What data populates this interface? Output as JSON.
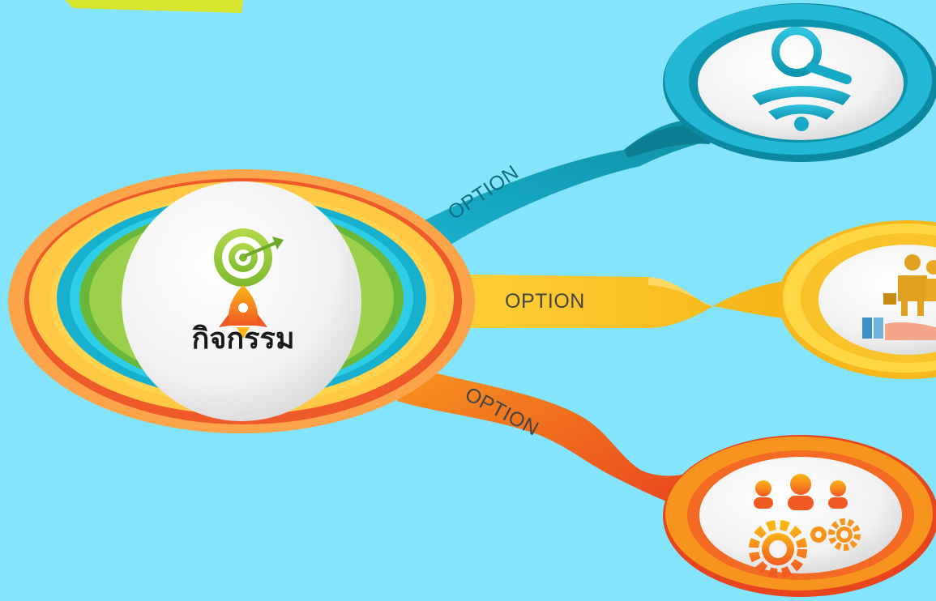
{
  "center": {
    "label": "กิจกรรม",
    "icons": [
      "target-icon",
      "rocket-icon"
    ]
  },
  "branches": [
    {
      "label": "OPTION",
      "color": "#17A9C6",
      "icons": [
        "search-icon",
        "wifi-icon"
      ]
    },
    {
      "label": "OPTION",
      "color": "#F7BE1E",
      "icons": [
        "business-people-icon",
        "handshake-icon"
      ]
    },
    {
      "label": "OPTION",
      "color": "#F26A24",
      "icons": [
        "team-icon",
        "gears-icon"
      ]
    }
  ],
  "colors": {
    "background": "#84E4FB",
    "teal": "#17A9C6",
    "yellow": "#F7BE1E",
    "orange": "#F26A24",
    "green": "#8CC63F",
    "corner_accent": "#D7E52E"
  }
}
